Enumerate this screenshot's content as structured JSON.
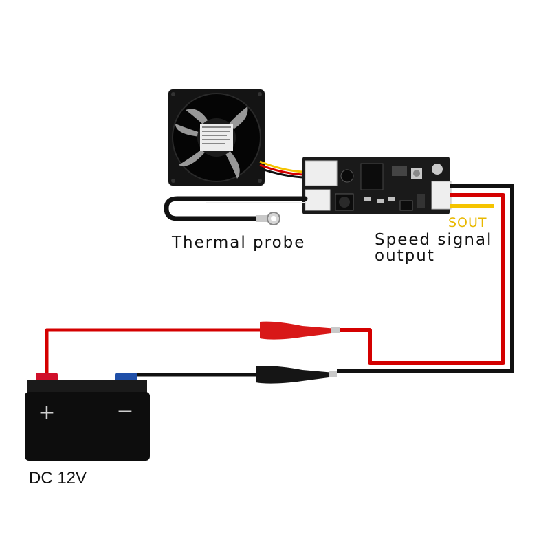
{
  "labels": {
    "thermal_probe": "Thermal probe",
    "speed_signal_line1": "Speed signal",
    "speed_signal_line2": "output",
    "sout": "SOUT",
    "dc": "DC 12V"
  },
  "battery": {
    "plus_symbol": "+",
    "minus_symbol": "−"
  },
  "colors": {
    "wire_red": "#d40000",
    "wire_black": "#111111",
    "wire_yellow": "#f5c400",
    "pcb": "#1a1a1a",
    "battery_body": "#0d0d0d",
    "terminal_red": "#d0102a",
    "terminal_blue": "#1f4fa8",
    "clip_red": "#d81818",
    "clip_black": "#151515",
    "connector": "#eeeeee"
  },
  "icons": [
    "cooling-fan-icon",
    "pcb-board-icon",
    "battery-icon",
    "alligator-clip-icon",
    "thermal-probe-icon"
  ]
}
